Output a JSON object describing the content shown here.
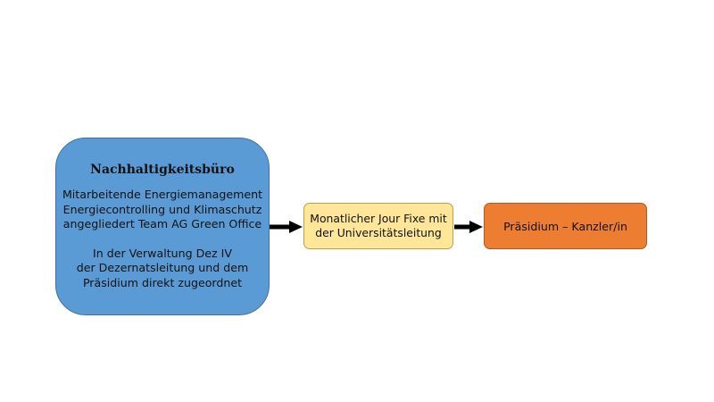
{
  "nodes": {
    "nachhaltigkeit": {
      "title": "Nachhaltigkeitsbüro",
      "paragraph1": [
        "Mitarbeitende Energiemanagement",
        "Energiecontrolling und Klimaschutz",
        "angegliedert Team AG Green Office"
      ],
      "paragraph2": [
        "In der Verwaltung Dez IV",
        "der Dezernatsleitung und dem",
        "Präsidium direkt zugeordnet"
      ],
      "color": "#5b9bd5"
    },
    "jour_fixe": {
      "lines": [
        "Monatlicher Jour Fixe mit",
        "der Universitätsleitung"
      ],
      "color": "#ffe699"
    },
    "praesidium": {
      "label": "Präsidium – Kanzler/in",
      "color": "#ed7d31"
    }
  },
  "edges": [
    {
      "from": "nachhaltigkeit",
      "to": "jour_fixe"
    },
    {
      "from": "jour_fixe",
      "to": "praesidium"
    }
  ]
}
